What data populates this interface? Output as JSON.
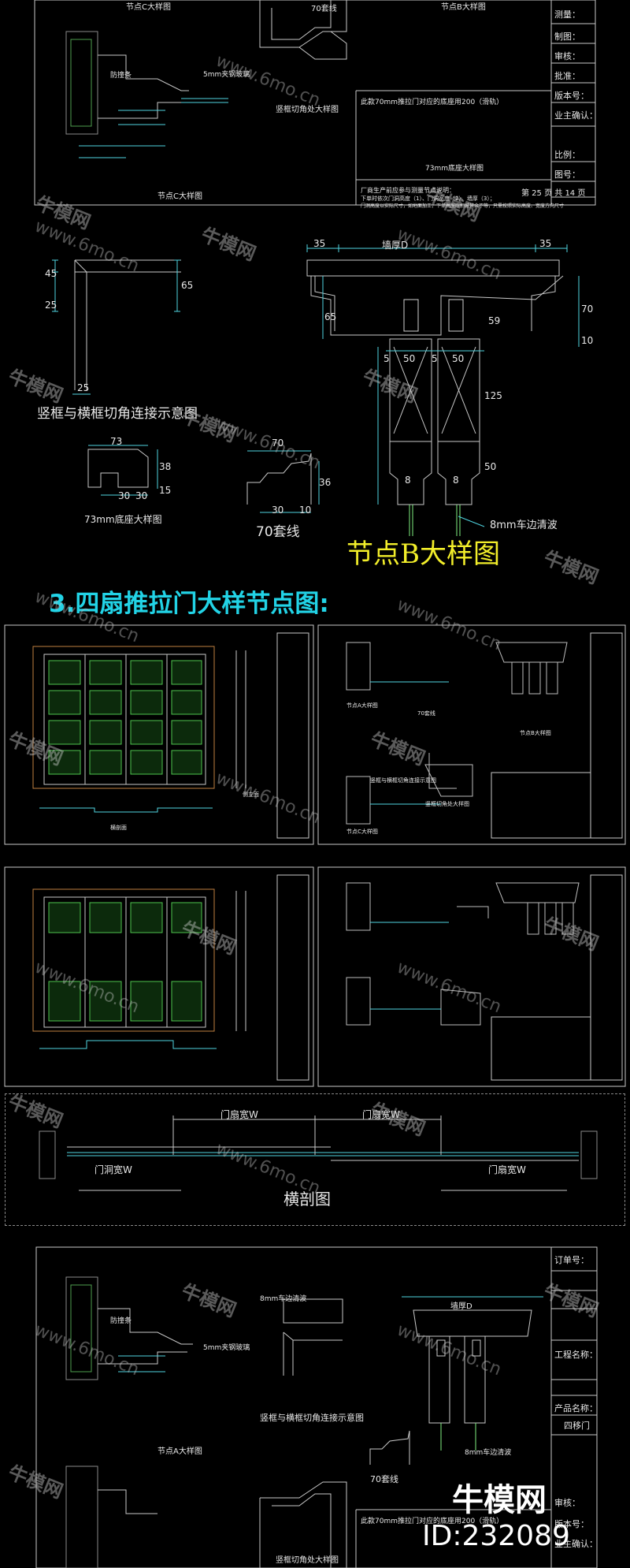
{
  "sheet1": {
    "title_block": {
      "r1": "测量：",
      "r2": "制图：",
      "r3": "审核：",
      "r4": "批准：",
      "r5": "版本号：",
      "r6": "业主确认：",
      "r7": "比例：",
      "r8": "图号：",
      "r9": "第 25 页 共 14 页"
    },
    "labels": {
      "node_c_top": "节点C大样图",
      "node_b_top": "节点B大样图",
      "trim70_top": "70套线",
      "seal_strip": "防撞条",
      "glass_5mm": "5mm夹钢玻璃",
      "corner_detail": "竖框切角处大样图",
      "node_c": "节点C大样图"
    },
    "note_box": {
      "line1": "此款70mm推拉门对应的底座用200（滑轨）",
      "label": "73mm底座大样图",
      "footer1": "厂商生产前应参与测量节点说明：",
      "footer2": "下单时依次门洞高度（1）、门洞宽度（2）、墙厚（3）；",
      "footer3": "门洞高度以实际尺寸，如地面加工，下单高度应扣减其余不等，只需按照实际高度、宽度方向尺寸"
    }
  },
  "section_b": {
    "corner_caption": "竖框与横框切角连接示意图",
    "base_caption": "73mm底座大样图",
    "trim_caption": "70套线",
    "wall_label": "墙厚D",
    "glass_label": "8mm车边清波",
    "node_title": "节点B大样图",
    "dims": {
      "d35a": "35",
      "d35b": "35",
      "d45": "45",
      "d25": "25",
      "d65": "65",
      "d25b": "25",
      "d73": "73",
      "d38": "38",
      "d15": "15",
      "d30a": "30",
      "d30b": "30",
      "d70": "70",
      "d36": "36",
      "d30c": "30",
      "d10": "10",
      "d70r": "70",
      "d10r": "10",
      "d65b": "65",
      "d59": "59",
      "d5a": "5",
      "d50a": "50",
      "d5b": "5",
      "d50b": "50",
      "d125": "125",
      "d50c": "50",
      "d8a": "8",
      "d8b": "8"
    }
  },
  "section3": {
    "title": "3.四扇推拉门大样节点图:",
    "thumb_captions": {
      "a": "节点A大样图",
      "b": "节点B大样图",
      "c": "节点C大样图",
      "corner": "竖框与横框切角连接示意图",
      "trim": "70套线",
      "corner2": "竖框切角处大样图",
      "elev": "侧立面",
      "plan": "横剖面"
    }
  },
  "cross_section": {
    "dim_left": "门扇宽W",
    "dim_center": "门扇宽W",
    "dim_bottom_left": "门洞宽W",
    "dim_bottom_right": "门扇宽W",
    "caption": "横剖图"
  },
  "sheet4": {
    "title_block": {
      "r1": "订单号：",
      "r2": "工程名称：",
      "r3": "产品名称：",
      "r4": "四移门",
      "r5": "审核：",
      "r6": "版本号：",
      "r7": "业主确认："
    },
    "labels": {
      "seal_strip": "防撞条",
      "glass_5mm": "5mm夹钢玻璃",
      "glass_8mm": "8mm车边清波",
      "wall": "墙厚D",
      "corner_caption": "竖框与横框切角连接示意图",
      "node_a": "节点A大样图",
      "trim70": "70套线",
      "corner_detail": "竖框切角处大样图",
      "note": "此款70mm推拉门对应的底座用200（滑轨）",
      "glass_8mm_b": "8mm车边清波"
    }
  },
  "watermark": {
    "brand": "牛模网",
    "url": "www.6mo.cn",
    "logo": "牛模网",
    "id": "ID:232089"
  }
}
